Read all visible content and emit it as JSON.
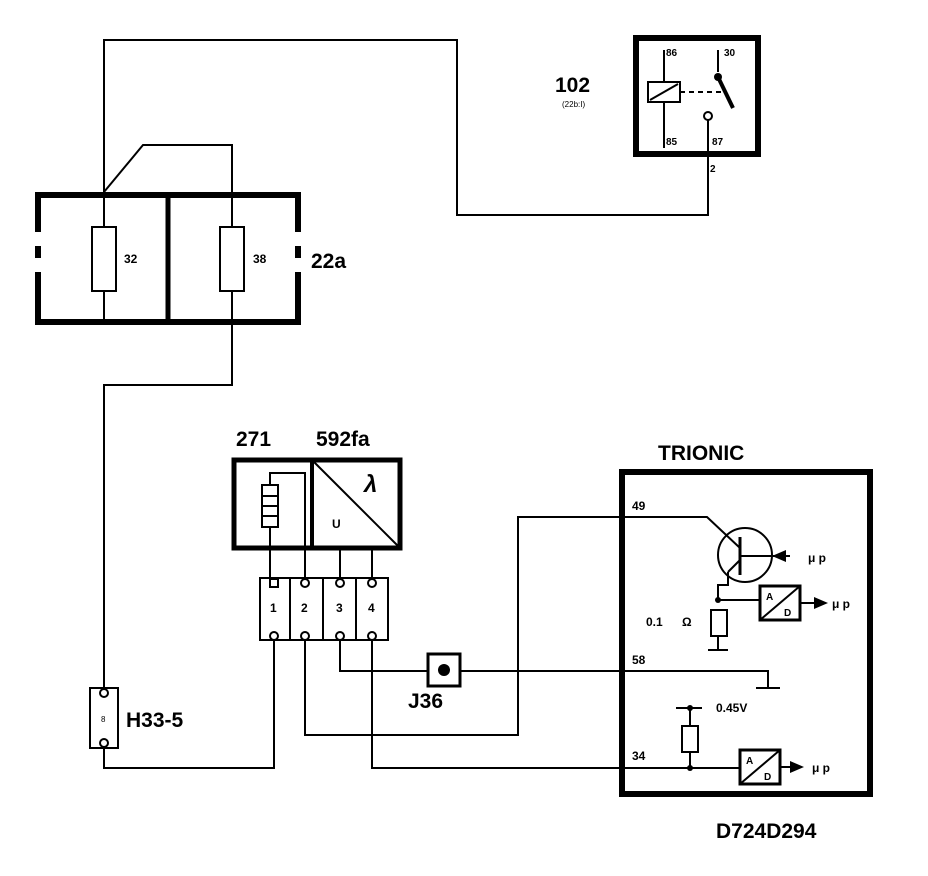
{
  "relay": {
    "id": "102",
    "ref": "(22b:I)",
    "pins": {
      "p86": "86",
      "p30": "30",
      "p85": "85",
      "p87": "87",
      "wire": "2"
    }
  },
  "fusebox": {
    "id": "22a",
    "fuses": [
      {
        "number": "32"
      },
      {
        "number": "38"
      }
    ]
  },
  "sensor": {
    "heater_id": "271",
    "lambda_id": "592fa",
    "lambda_symbol": "λ",
    "voltage_symbol": "U",
    "pins": [
      "1",
      "2",
      "3",
      "4"
    ]
  },
  "connector_h33": {
    "id": "H33-5",
    "pin": "8"
  },
  "junction": {
    "id": "J36"
  },
  "ecu": {
    "title": "TRIONIC",
    "pins": {
      "p49": "49",
      "p58": "58",
      "p34": "34"
    },
    "resistor_value": "0.1",
    "ohm": "Ω",
    "voltage": "0.45V",
    "ad": "A/D",
    "ad_top": "A",
    "ad_bottom": "D",
    "mu_p": "μ p"
  },
  "diagram_code": "D724D294"
}
